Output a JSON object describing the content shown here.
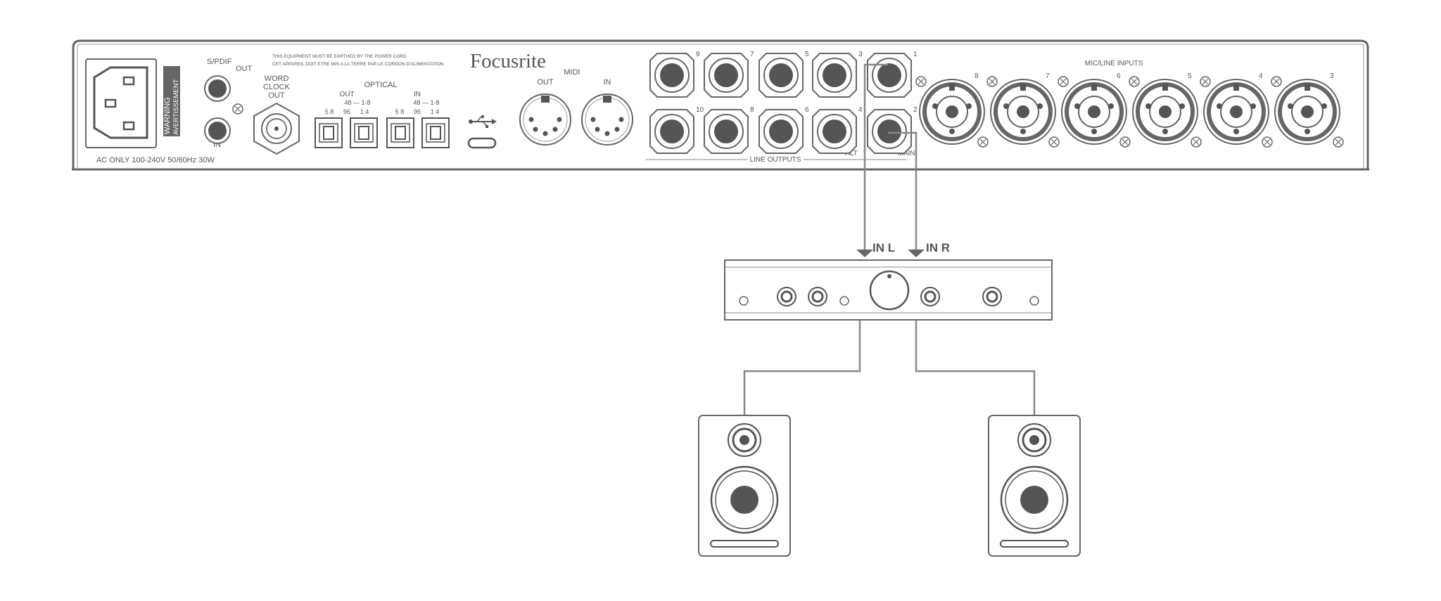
{
  "panel": {
    "warning": "WARNING",
    "avertissement": "AVERTISSEMENT",
    "power_rating": "AC ONLY 100-240V  50/60Hz 30W",
    "spdif": "S/PDIF",
    "spdif_out": "OUT",
    "spdif_in": "IN",
    "wordclock_1": "WORD",
    "wordclock_2": "CLOCK",
    "wordclock_3": "OUT",
    "earth_notice_en": "THIS EQUIPMENT MUST BE EARTHED BY THE POWER CORD",
    "earth_notice_fr": "CET APPAREIL DOIT ETRE MIS A LA TERRE PAR LE CORDON D'ALIMENTATION",
    "optical": "OPTICAL",
    "optical_out": "OUT",
    "optical_in": "IN",
    "optical_rate_out": "48 — 1-8",
    "optical_rate_in": "48 — 1-8",
    "optical_sub_out_a": "5 8",
    "optical_sub_out_b": "96",
    "optical_sub_out_c": "1 4",
    "optical_sub_in_a": "5 8",
    "optical_sub_in_b": "96",
    "optical_sub_in_c": "1 4",
    "brand": "Focusrite",
    "midi": "MIDI",
    "midi_out": "OUT",
    "midi_in": "IN",
    "line_outputs_label": "LINE OUTPUTS",
    "line_outputs_top": [
      "9",
      "7",
      "5",
      "3",
      "1"
    ],
    "line_outputs_bottom": [
      "10",
      "8",
      "6",
      "4",
      "2"
    ],
    "alt_label": "ALT",
    "main_label": "MAIN",
    "mic_line_inputs_label": "MIC/LINE INPUTS",
    "mic_inputs": [
      "8",
      "7",
      "6",
      "5",
      "4",
      "3"
    ]
  },
  "amplifier": {
    "in_left": "IN L",
    "in_right": "IN R"
  },
  "colors": {
    "line": "#555555",
    "cable": "#888888",
    "jack_fill": "#555555",
    "panel_bg": "#ffffff"
  },
  "icons": [
    "iec-power-socket-icon",
    "usb-icon",
    "usb-c-port-icon",
    "midi-din-icon",
    "xlr-combo-icon",
    "trs-jack-icon",
    "speaker-icon",
    "knob-icon"
  ]
}
